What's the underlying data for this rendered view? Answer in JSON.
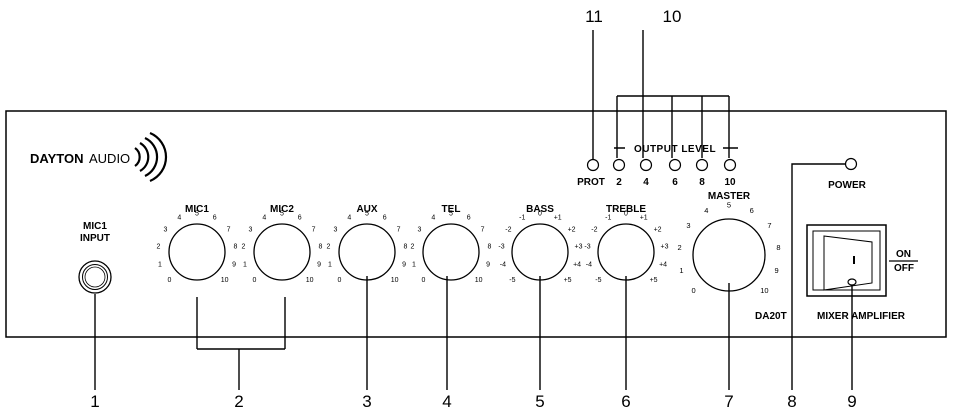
{
  "brand": {
    "name_bold": "DAYTON",
    "name_light": "AUDIO"
  },
  "mic_input": {
    "label_line1": "MIC1",
    "label_line2": "INPUT"
  },
  "knobs": [
    {
      "label": "MIC1",
      "ticks": [
        "0",
        "1",
        "2",
        "3",
        "4",
        "5",
        "6",
        "7",
        "8",
        "9",
        "10"
      ]
    },
    {
      "label": "MIC2",
      "ticks": [
        "0",
        "1",
        "2",
        "3",
        "4",
        "5",
        "6",
        "7",
        "8",
        "9",
        "10"
      ]
    },
    {
      "label": "AUX",
      "ticks": [
        "0",
        "1",
        "2",
        "3",
        "4",
        "5",
        "6",
        "7",
        "8",
        "9",
        "10"
      ]
    },
    {
      "label": "TEL",
      "ticks": [
        "0",
        "1",
        "2",
        "3",
        "4",
        "5",
        "6",
        "7",
        "8",
        "9",
        "10"
      ]
    },
    {
      "label": "BASS",
      "ticks": [
        "-5",
        "-4",
        "-3",
        "-2",
        "-1",
        "0",
        "+1",
        "+2",
        "+3",
        "+4",
        "+5"
      ]
    },
    {
      "label": "TREBLE",
      "ticks": [
        "-5",
        "-4",
        "-3",
        "-2",
        "-1",
        "0",
        "+1",
        "+2",
        "+3",
        "+4",
        "+5"
      ]
    },
    {
      "label": "MASTER",
      "ticks": [
        "0",
        "1",
        "2",
        "3",
        "4",
        "5",
        "6",
        "7",
        "8",
        "9",
        "10"
      ]
    }
  ],
  "output_level": {
    "title": "OUTPUT LEVEL",
    "prot_label": "PROT",
    "leds": [
      "2",
      "4",
      "6",
      "8",
      "10"
    ]
  },
  "power": {
    "label": "POWER"
  },
  "switch": {
    "on_label": "ON",
    "off_label": "OFF",
    "glyph": "I"
  },
  "model": {
    "code": "DA20T",
    "name": "MIXER AMPLIFIER"
  },
  "callouts": [
    "1",
    "2",
    "3",
    "4",
    "5",
    "6",
    "7",
    "8",
    "9",
    "10",
    "11"
  ]
}
